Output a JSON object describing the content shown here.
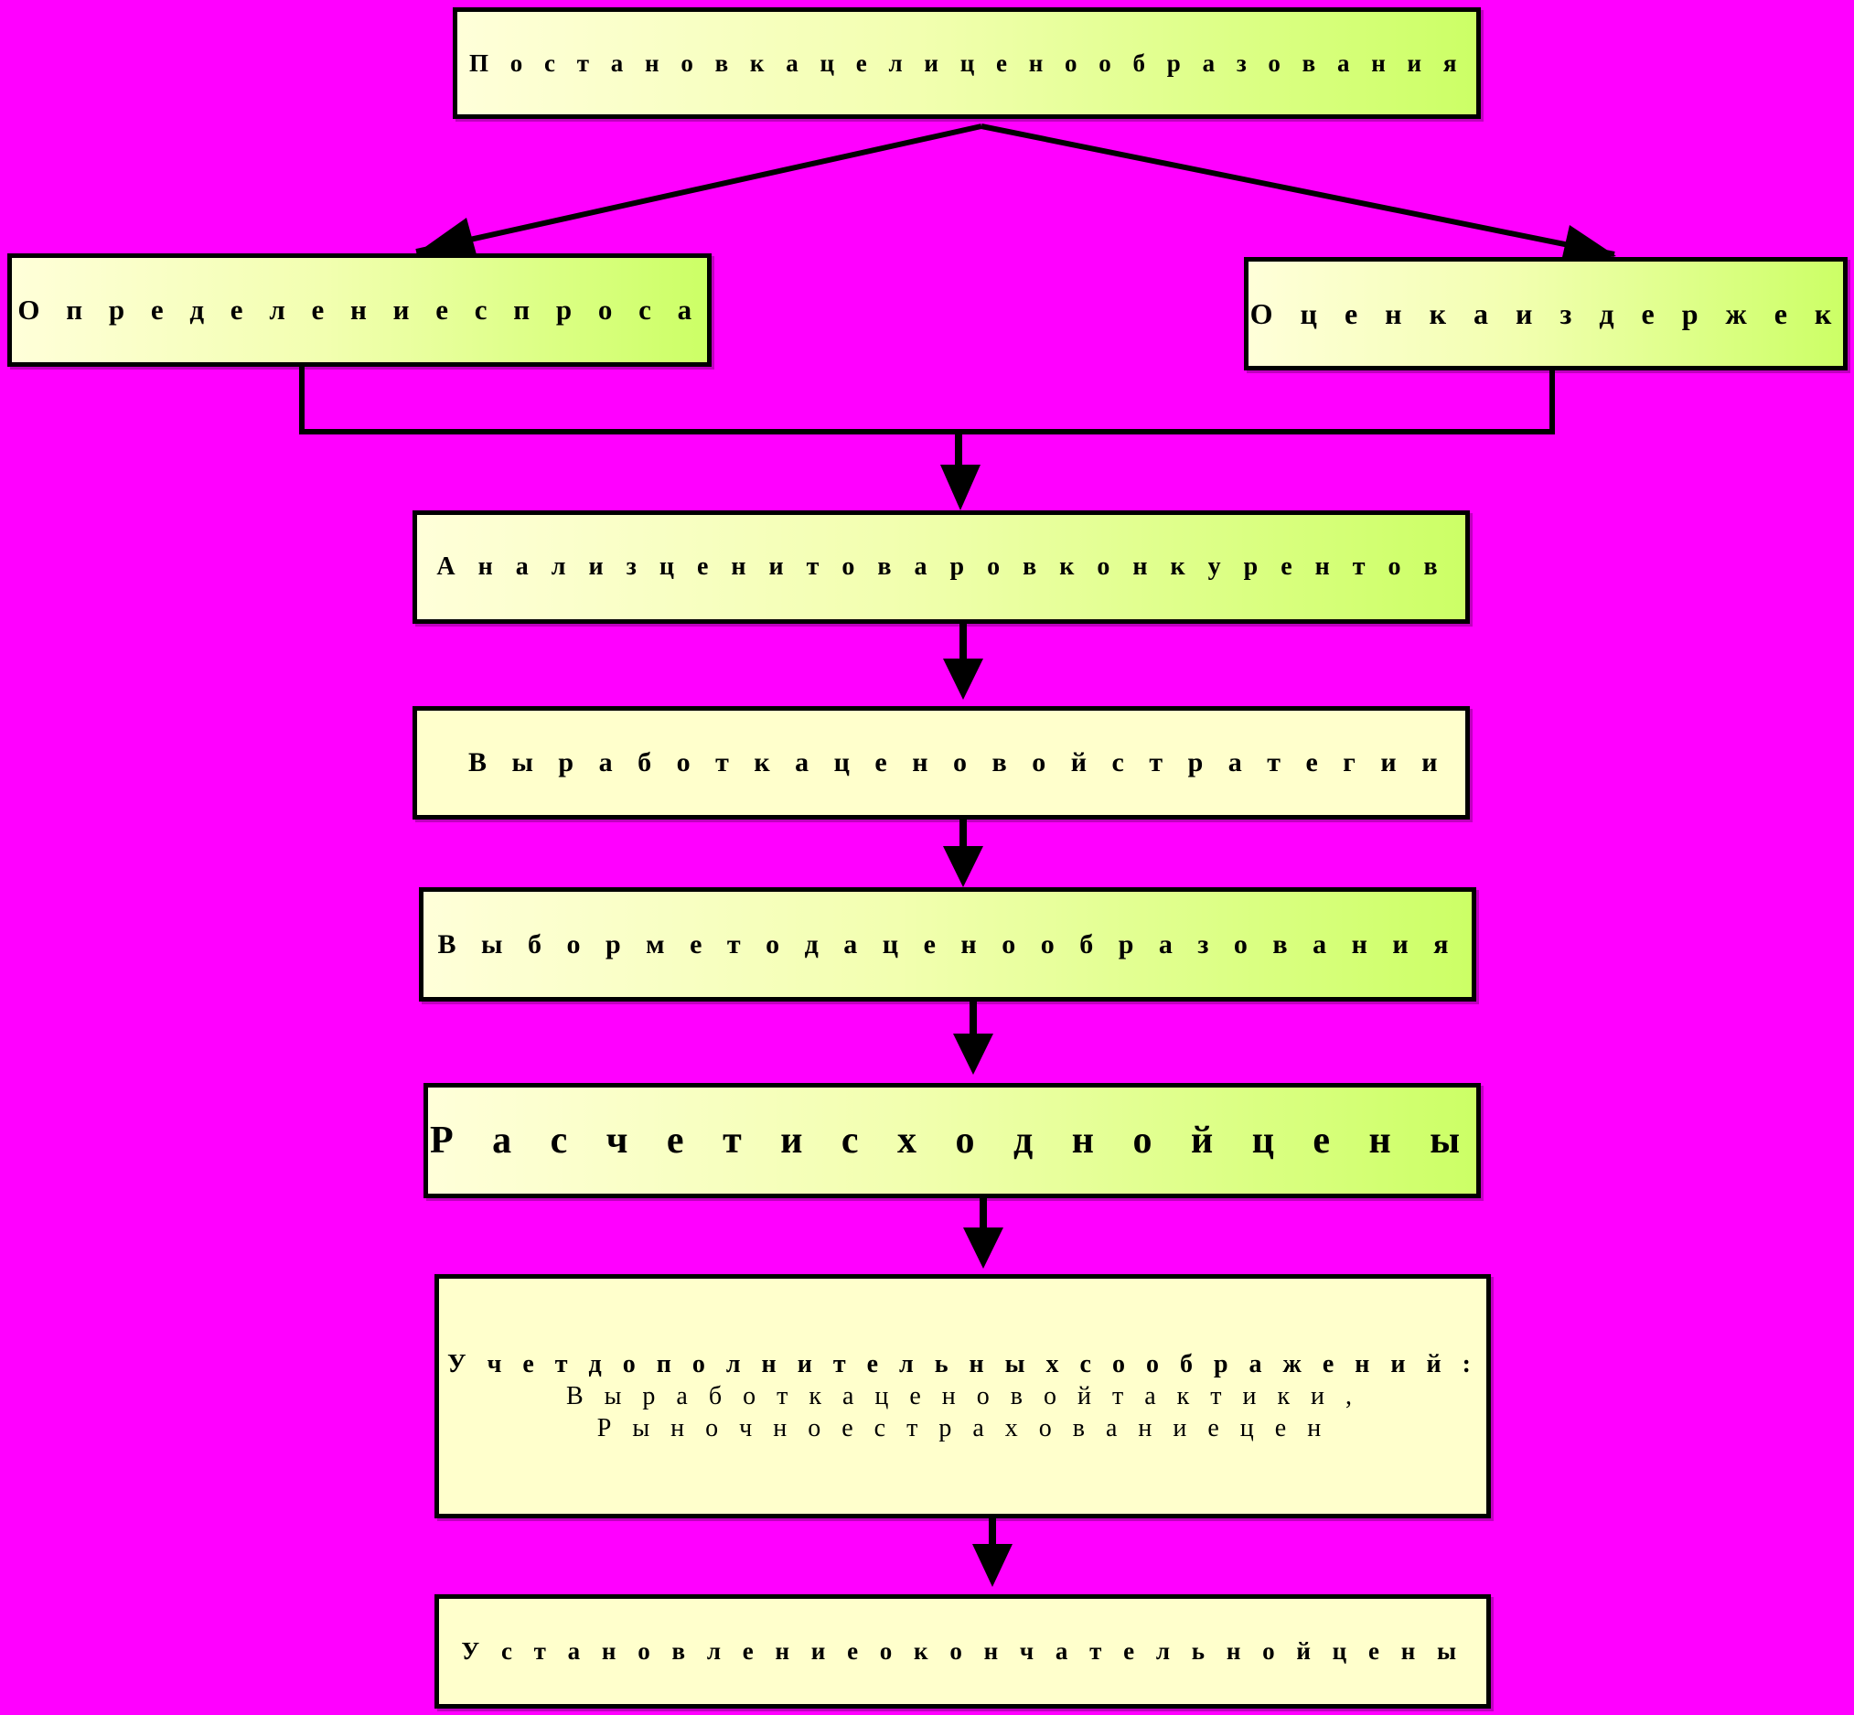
{
  "diagram": {
    "nodes": {
      "goal": "П о с т а н о в к а   ц е л и   ц е н о о б р а з о в а н и я",
      "demand": "О п р е д е л е н и е   с п р о с а",
      "costs": "О ц е н к а   и з д е р ж е к",
      "competitors": "А н а л и з   ц е н   и   т о в а р о в   к о н к у р е н т о в",
      "strategy": "В ы р а б о т к а   ц е н о в о й   с т р а т е г и и",
      "method": "В ы б о р   м е т о д а   ц е н о о б р а з о в а н и я",
      "initial_price": "Р а с ч е т   и с х о д н о й   ц е н ы",
      "considerations": {
        "line1": "У ч е т   д о п о л н и т е л ь н ы х   с о о б р а ж е н и й :",
        "line2": "В ы р а б о т к а   ц е н о в о й   т а к т и к и ,",
        "line3": "Р ы н о ч н о е   с т р а х о в а н и е   ц е н"
      },
      "final_price": "У с т а н о в л е н и е   о к о н ч а т е л ь н о й   ц е н ы"
    },
    "edges": [
      {
        "from": "goal",
        "to": "demand"
      },
      {
        "from": "goal",
        "to": "costs"
      },
      {
        "from": "demand",
        "to": "competitors"
      },
      {
        "from": "costs",
        "to": "competitors"
      },
      {
        "from": "competitors",
        "to": "strategy"
      },
      {
        "from": "strategy",
        "to": "method"
      },
      {
        "from": "method",
        "to": "initial_price"
      },
      {
        "from": "initial_price",
        "to": "considerations"
      },
      {
        "from": "considerations",
        "to": "final_price"
      }
    ],
    "colors": {
      "background": "#FF00FF",
      "box_gradient_start": "#FFFFD9",
      "box_gradient_end": "#CCFF66",
      "box_pale": "#FFFFCC",
      "border": "#000000"
    }
  }
}
